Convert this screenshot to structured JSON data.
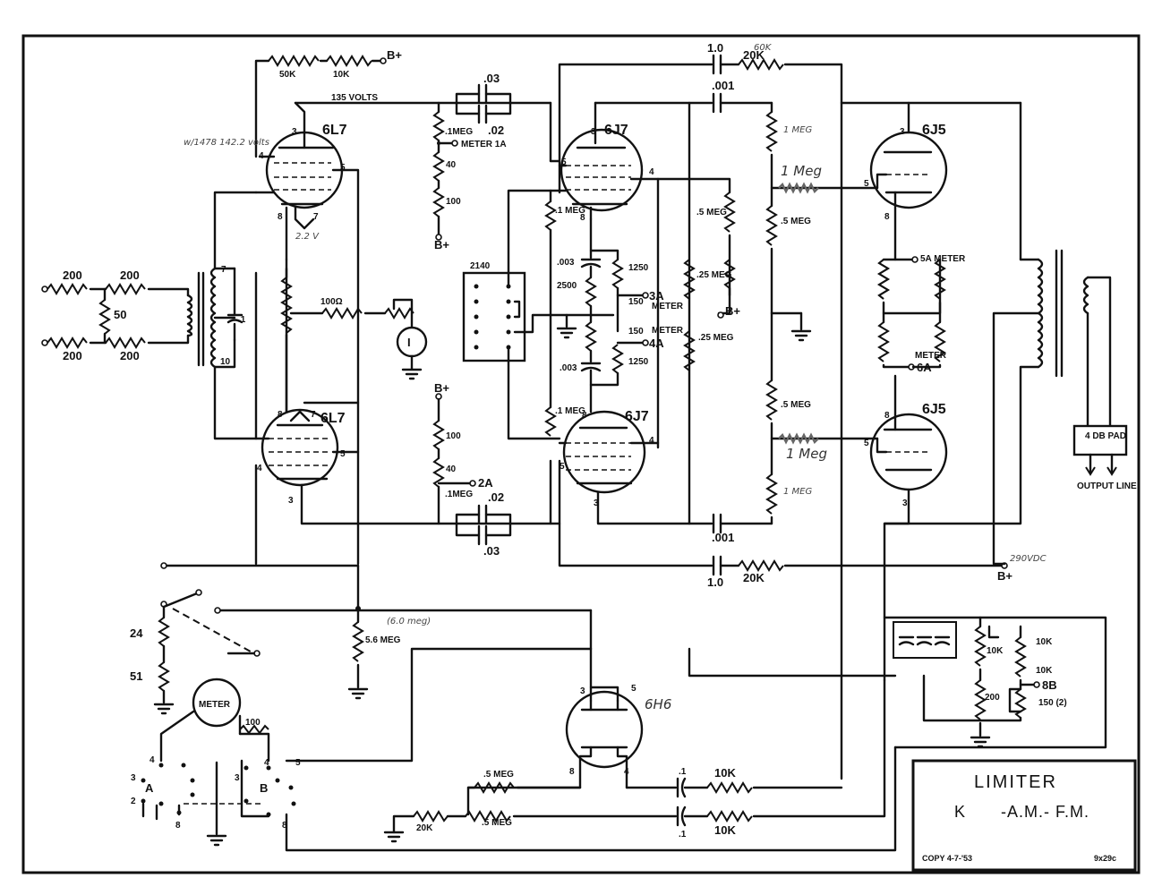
{
  "title_block": {
    "title": "LIMITER",
    "subtitle_left": "K",
    "subtitle_right": "-A.M.- F.M.",
    "copy_note": "COPY 4-7-'53",
    "initials": "9x29c"
  },
  "tubes": {
    "v1": "6L7",
    "v2": "6L7",
    "v3": "6J7",
    "v4": "6J7",
    "v5": "6J5",
    "v6": "6J5",
    "v7": "6H6"
  },
  "labels": {
    "r_50k": "50K",
    "r_10k_top": "10K",
    "bplus": "B+",
    "volts_135": "135 VOLTS",
    "cap_03_top": ".03",
    "cap_02_top": ".02",
    "r_1meg_top": ".1MEG",
    "meter_1a": "METER 1A",
    "r_40_top": "40",
    "r_100_top": "100",
    "r_200_a": "200",
    "r_200_b": "200",
    "r_200_c": "200",
    "r_200_d": "200",
    "r_50": "50",
    "r_100ohm": "100Ω",
    "meter_i": "I",
    "r_100_bot": "100",
    "r_40_bot": "40",
    "meter_2a": "2A",
    "r_1meg_bot": ".1MEG",
    "cap_02_bot": ".02",
    "cap_03_bot": ".03",
    "r_2140": "2140",
    "cap_003_a": ".003",
    "cap_003_b": ".003",
    "r_2500": "2500",
    "r_1250_a": "1250",
    "r_1250_b": "1250",
    "r_150_a": "150",
    "r_150_b": "150",
    "meter_3a": "3A",
    "meter_4a": "4A",
    "meter_word": "METER",
    "r_1meg_v3": ".1 MEG",
    "r_1meg_v4": ".1 MEG",
    "cap_1_0_top": "1.0",
    "r_20k_top": "20K",
    "cap_001_top": ".001",
    "r_5meg_a": ".5 MEG",
    "r_25meg_a": ".25 MEG",
    "r_25meg_b": ".25 MEG",
    "r_5meg_b": ".5 MEG",
    "r_5meg_c": ".5 MEG",
    "cap_001_bot": ".001",
    "cap_1_0_bot": "1.0",
    "r_20k_bot": "20K",
    "meter_5a": "5A METER",
    "meter_6a_word": "METER",
    "meter_6a": "6A",
    "pad": "4 DB PAD",
    "output_line": "OUTPUT LINE",
    "r_56meg": "5.6 MEG",
    "sw_24": "24",
    "sw_51": "51",
    "meter_box": "METER",
    "r_100_meter": "100",
    "r_5meg_d": ".5 MEG",
    "r_5meg_e": ".5 MEG",
    "r_20k_e": "20K",
    "cap_1_a": ".1",
    "cap_1_b": ".1",
    "r_10k_a": "10K",
    "r_10k_b": "10K",
    "r_10k_c": "10K",
    "r_10k_d": "10K",
    "r_10k_e": "10K",
    "r_200_supply": "200",
    "meter_8b": "8B",
    "r_150_2": "150 (2)",
    "v290": "290VDC",
    "sw_a": "A",
    "sw_b": "B"
  },
  "pencil_notes": {
    "p1": "w/1478 142.2 volts",
    "p2": "2.2 V",
    "p3": "60K",
    "p4": "1 Meg",
    "p5": "1 Meg",
    "p6": "1 MEG",
    "p7": "1 MEG",
    "p8": "(6.0 meg)",
    "p9": "6H6"
  },
  "pins": {
    "p3": "3",
    "p4": "4",
    "p5": "5",
    "p7": "7",
    "p8": "8",
    "p1": "1",
    "p2": "2",
    "p6": "6",
    "p10": "10"
  }
}
